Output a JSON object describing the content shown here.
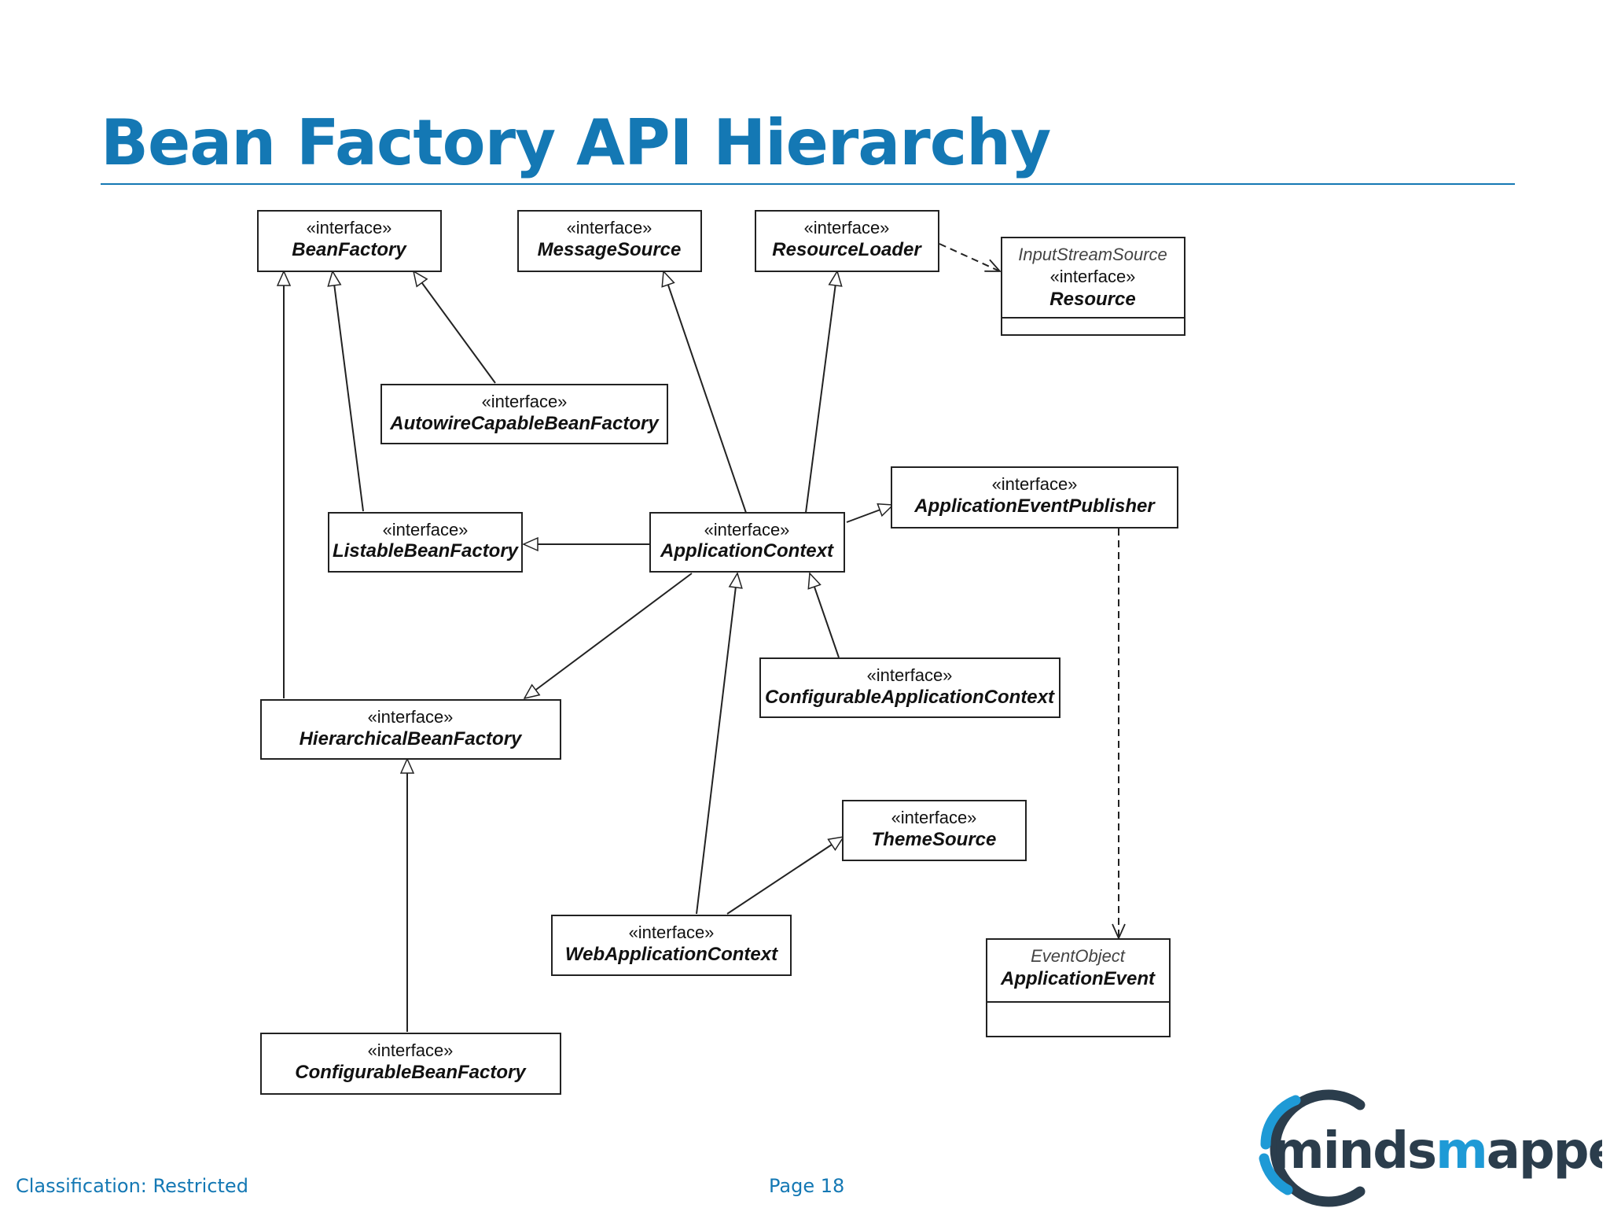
{
  "page": {
    "title": "Bean Factory API Hierarchy"
  },
  "stereotype": "«interface»",
  "classes": {
    "bean_factory": {
      "name": "BeanFactory"
    },
    "message_source": {
      "name": "MessageSource"
    },
    "resource_loader": {
      "name": "ResourceLoader"
    },
    "resource": {
      "parent": "InputStreamSource",
      "name": "Resource"
    },
    "autowire_capable_bean_factory": {
      "name": "AutowireCapableBeanFactory"
    },
    "listable_bean_factory": {
      "name": "ListableBeanFactory"
    },
    "application_context": {
      "name": "ApplicationContext"
    },
    "application_event_publisher": {
      "name": "ApplicationEventPublisher"
    },
    "configurable_application_context": {
      "name": "ConfigurableApplicationContext"
    },
    "hierarchical_bean_factory": {
      "name": "HierarchicalBeanFactory"
    },
    "theme_source": {
      "name": "ThemeSource"
    },
    "web_application_context": {
      "name": "WebApplicationContext"
    },
    "application_event": {
      "parent": "EventObject",
      "name": "ApplicationEvent"
    },
    "configurable_bean_factory": {
      "name": "ConfigurableBeanFactory"
    }
  },
  "footer": {
    "classification": "Classification: Restricted",
    "page": "Page 18"
  },
  "logo": {
    "text_dark": "minds",
    "text_blue": "m",
    "text_rest": "apped",
    "color_blue": "#1e9ad6",
    "color_dark": "#2b3d4c"
  }
}
